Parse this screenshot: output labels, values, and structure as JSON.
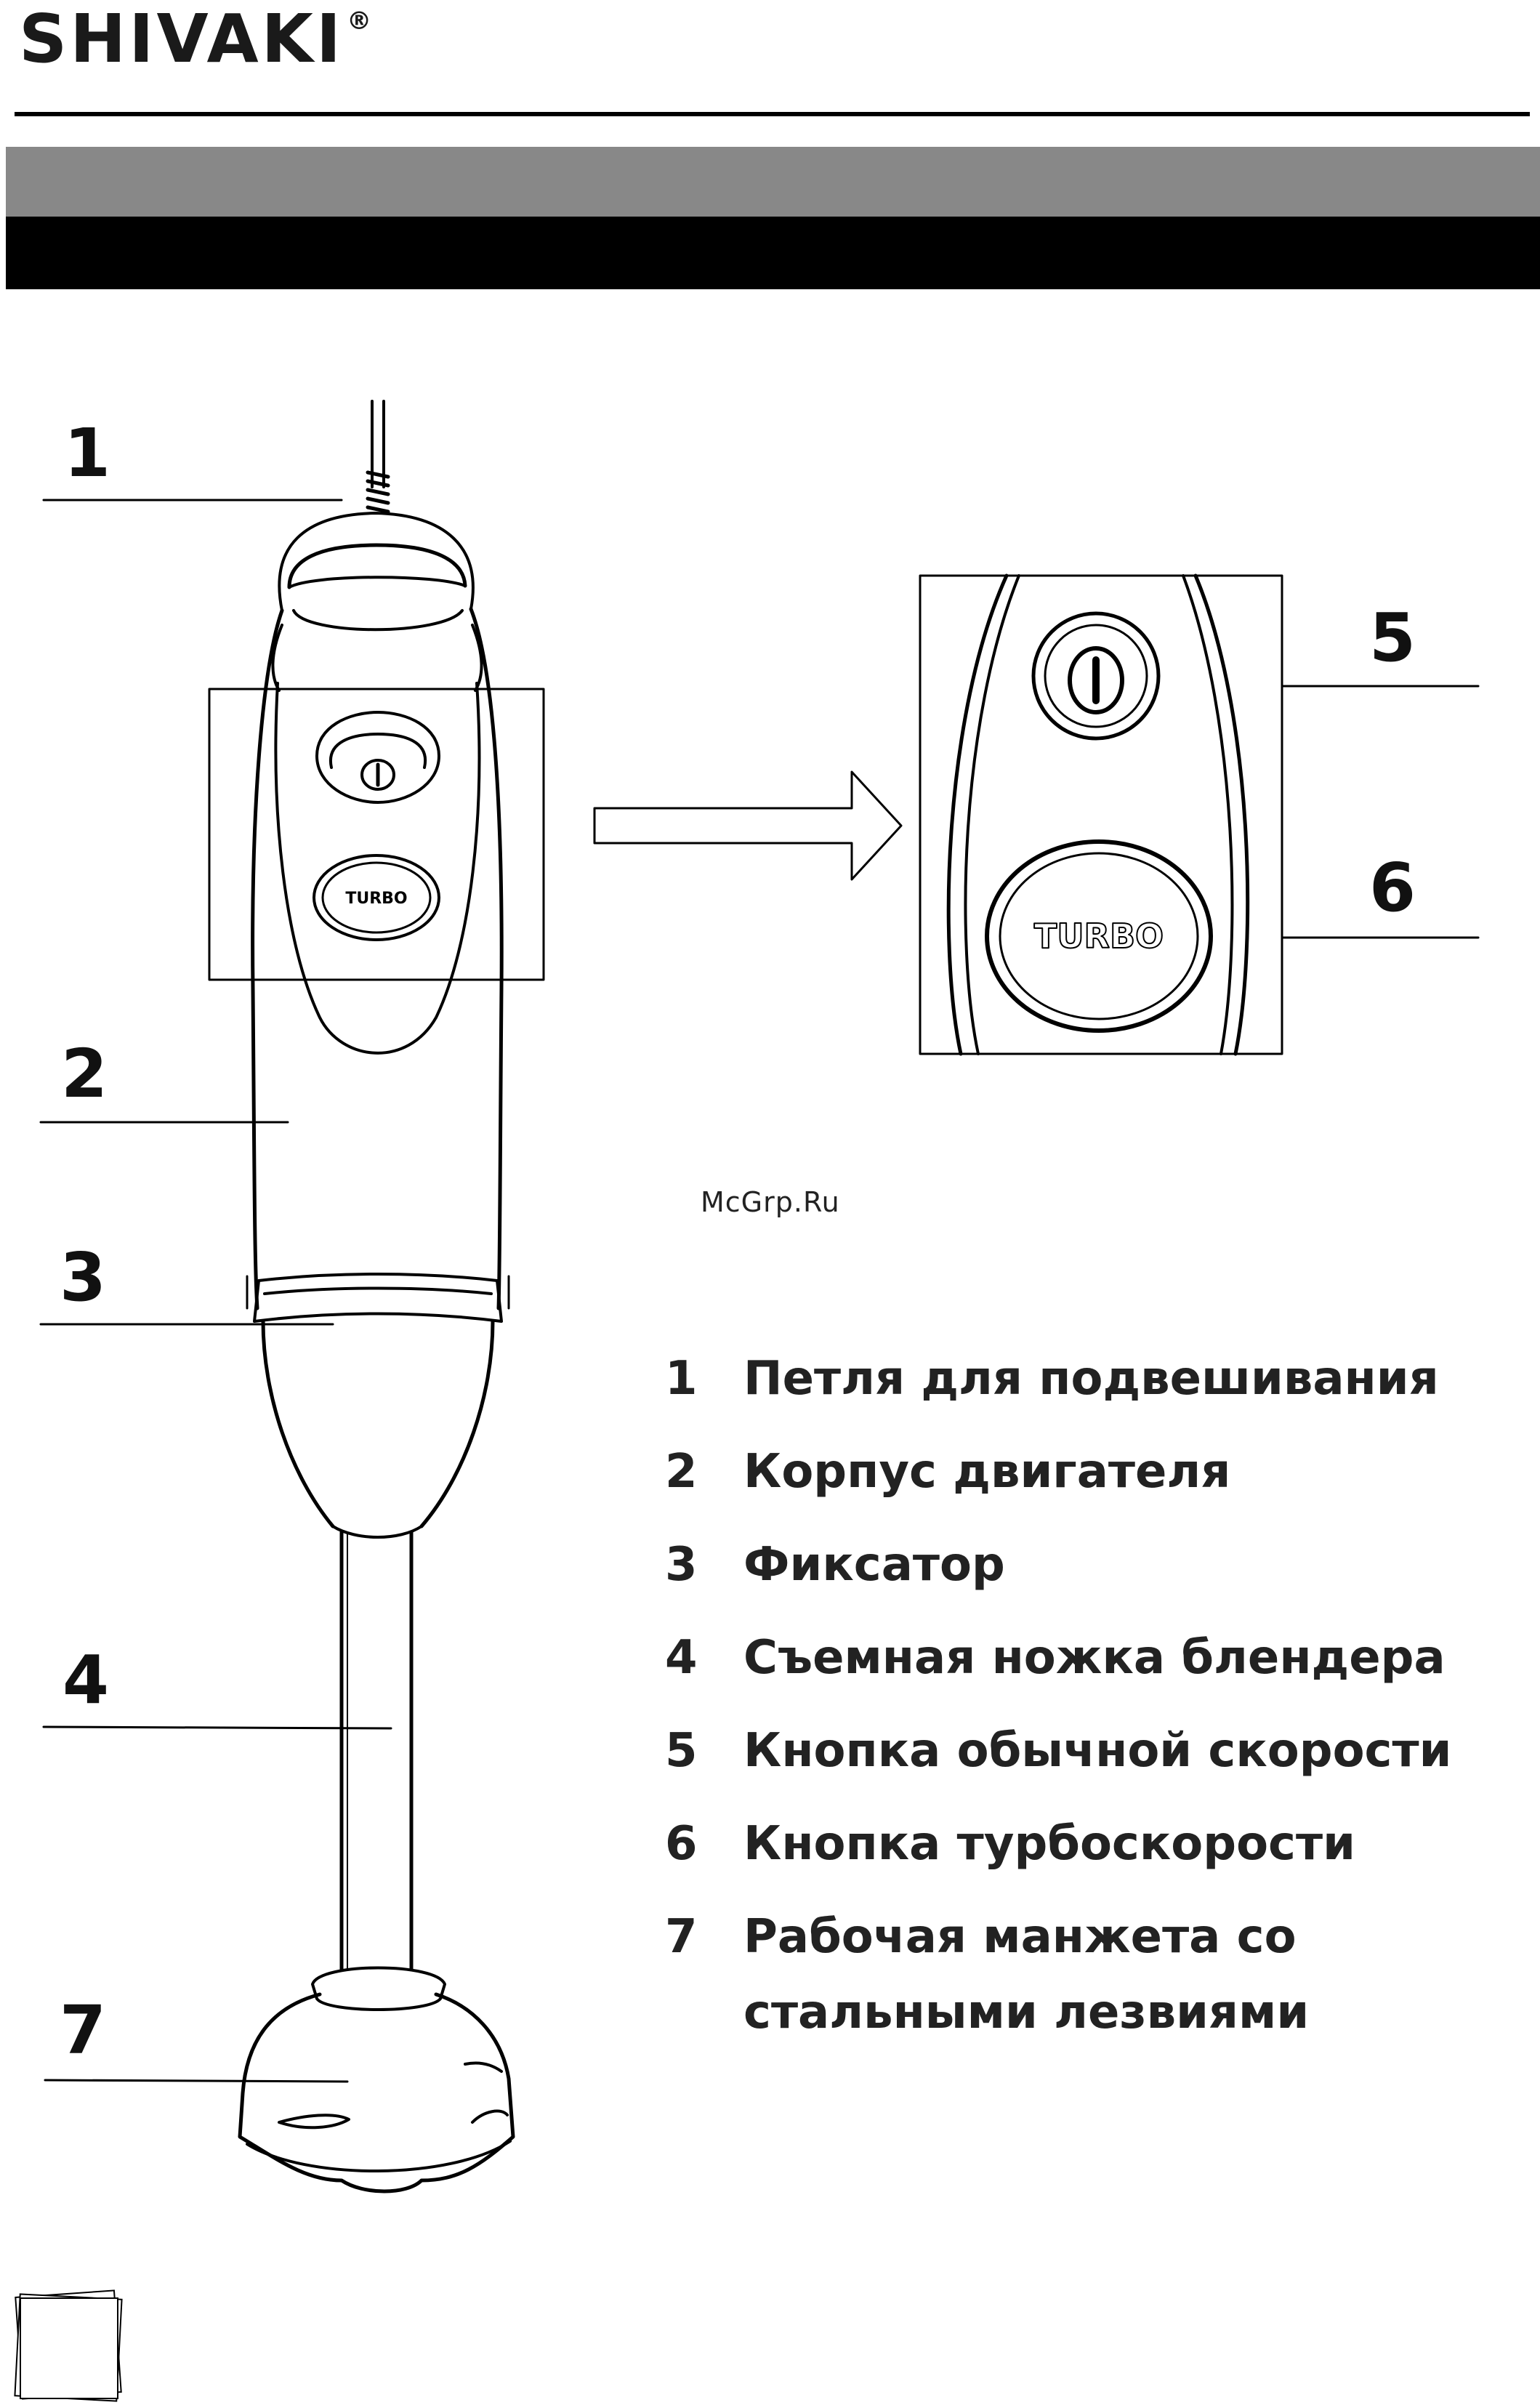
{
  "brand": {
    "name": "SHIVAKI",
    "mark": "®"
  },
  "watermark": "McGrp.Ru",
  "button_labels": {
    "turbo": "TURBO"
  },
  "callouts": [
    "1",
    "2",
    "3",
    "4",
    "5",
    "6",
    "7"
  ],
  "legend": [
    {
      "num": "1",
      "text": "Петля для подвешивания"
    },
    {
      "num": "2",
      "text": "Корпус двигателя"
    },
    {
      "num": "3",
      "text": "Фиксатор"
    },
    {
      "num": "4",
      "text": "Съемная ножка блендера"
    },
    {
      "num": "5",
      "text": "Кнопка обычной скорости"
    },
    {
      "num": "6",
      "text": "Кнопка турбоскорости"
    },
    {
      "num": "7",
      "text": "Рабочая манжета со\nстальными лезвиями"
    }
  ]
}
